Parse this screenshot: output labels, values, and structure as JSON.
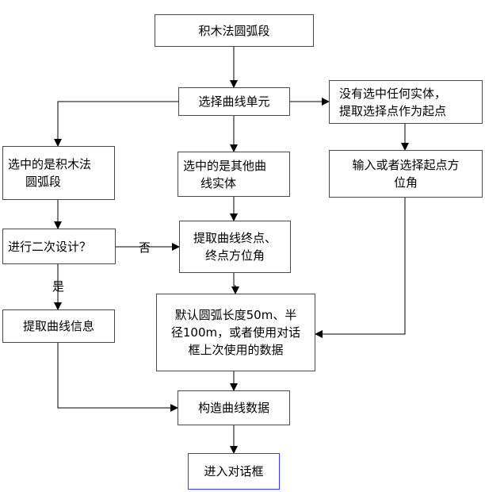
{
  "nodes": {
    "start": "积木法圆弧段",
    "select": "选择曲线单元",
    "none_selected": [
      "没有选中任何实体，",
      "提取选择点作为起点"
    ],
    "is_arc": [
      "选中的是积木法",
      "圆弧段"
    ],
    "is_other": [
      "选中的是其他曲",
      "线实体"
    ],
    "input_dir": [
      "输入或者选择起点方",
      "位角"
    ],
    "redesign": "进行二次设计？",
    "extract_end": [
      "提取曲线终点、",
      "终点方位角"
    ],
    "extract_info": "提取曲线信息",
    "default": [
      "默认圆弧长度50m、半",
      "径100m，或者使用对话",
      "框上次使用的数据"
    ],
    "construct": "构造曲线数据",
    "dialog": "进入对话框"
  },
  "labels": {
    "no": "否",
    "yes": "是"
  }
}
